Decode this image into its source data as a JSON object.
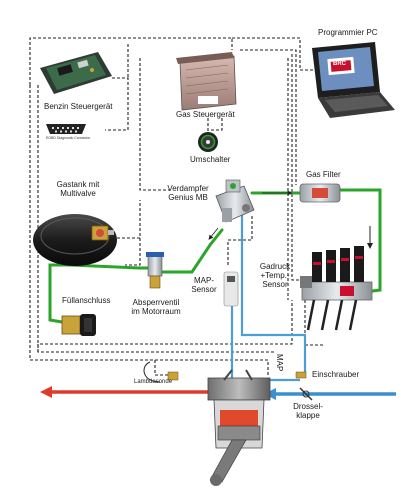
{
  "labels": {
    "programmer_pc": "Programmier PC",
    "benzin_steuergeraet": "Benzin Steuergerät",
    "obd_caption": "EOBD Diagnostic Connector",
    "gas_steuergeraet": "Gas Steuergerät",
    "umschalter": "Umschalter",
    "gastank_line1": "Gastank mit",
    "gastank_line2": "Multivalve",
    "verdampfer_line1": "Verdampfer",
    "verdampfer_line2": "Genius MB",
    "gas_filter": "Gas Filter",
    "fuellanschluss": "Füllanschluss",
    "absperrventil_line1": "Absperrventil",
    "absperrventil_line2": "im Motorraum",
    "map_sensor_line1": "MAP-",
    "map_sensor_line2": "Sensor",
    "gasdruck_line1": "Gadruck",
    "gasdruck_line2": "+Temp.-",
    "gasdruck_line3": "Sensor",
    "map_hose": "MAP",
    "einschrauber": "Einschrauber",
    "lambdasonde": "Lambdasonde",
    "drossel_line1": "Drossel-",
    "drossel_line2": "klappe",
    "laptop_screen_logo": "BRC"
  },
  "colors": {
    "gas_line": "#2aa52a",
    "map_hose": "#4a9fd8",
    "exhaust_arrow": "#e03a2a",
    "intake_arrow": "#3a8fd0",
    "wiring": "#222222",
    "brand_red": "#c8102e"
  }
}
